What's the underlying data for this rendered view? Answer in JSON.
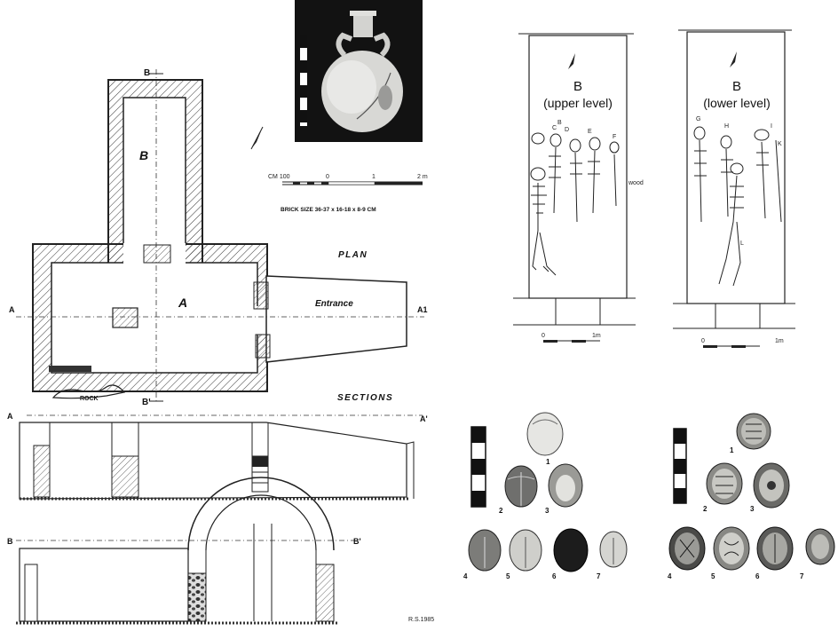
{
  "plan": {
    "section_marker_top": "B",
    "section_marker_bottom": "B'",
    "room_b": "B",
    "room_a": "A",
    "section_left": "A",
    "section_right": "A1",
    "entrance": "Entrance",
    "rock": "ROCK",
    "plan_title": "PLAN",
    "sections_title": "SECTIONS",
    "scale_labels": [
      "CM 100",
      "0",
      "1",
      "2 m"
    ],
    "brick_size": "BRICK SIZE  36-37 x 16-18 x 8-9  CM"
  },
  "sections": {
    "a_left": "A",
    "a_right": "A'",
    "b_left": "B",
    "b_right": "B'",
    "signature": "R.S.1985"
  },
  "burials": {
    "upper": {
      "title_line1": "B",
      "title_line2": "(upper level)",
      "skeleton_labels": [
        "C",
        "B",
        "D",
        "E",
        "F",
        "wood"
      ],
      "scale_labels": [
        "0",
        "1m"
      ]
    },
    "lower": {
      "title_line1": "B",
      "title_line2": "(lower level)",
      "skeleton_labels": [
        "G",
        "H",
        "I",
        "K",
        "L"
      ],
      "scale_labels": [
        "0",
        "1m"
      ]
    }
  },
  "scarabs_left": {
    "numbers": [
      "1",
      "2",
      "3",
      "4",
      "5",
      "6",
      "7"
    ]
  },
  "scarabs_right": {
    "numbers": [
      "1",
      "2",
      "3",
      "4",
      "5",
      "6",
      "7"
    ]
  }
}
